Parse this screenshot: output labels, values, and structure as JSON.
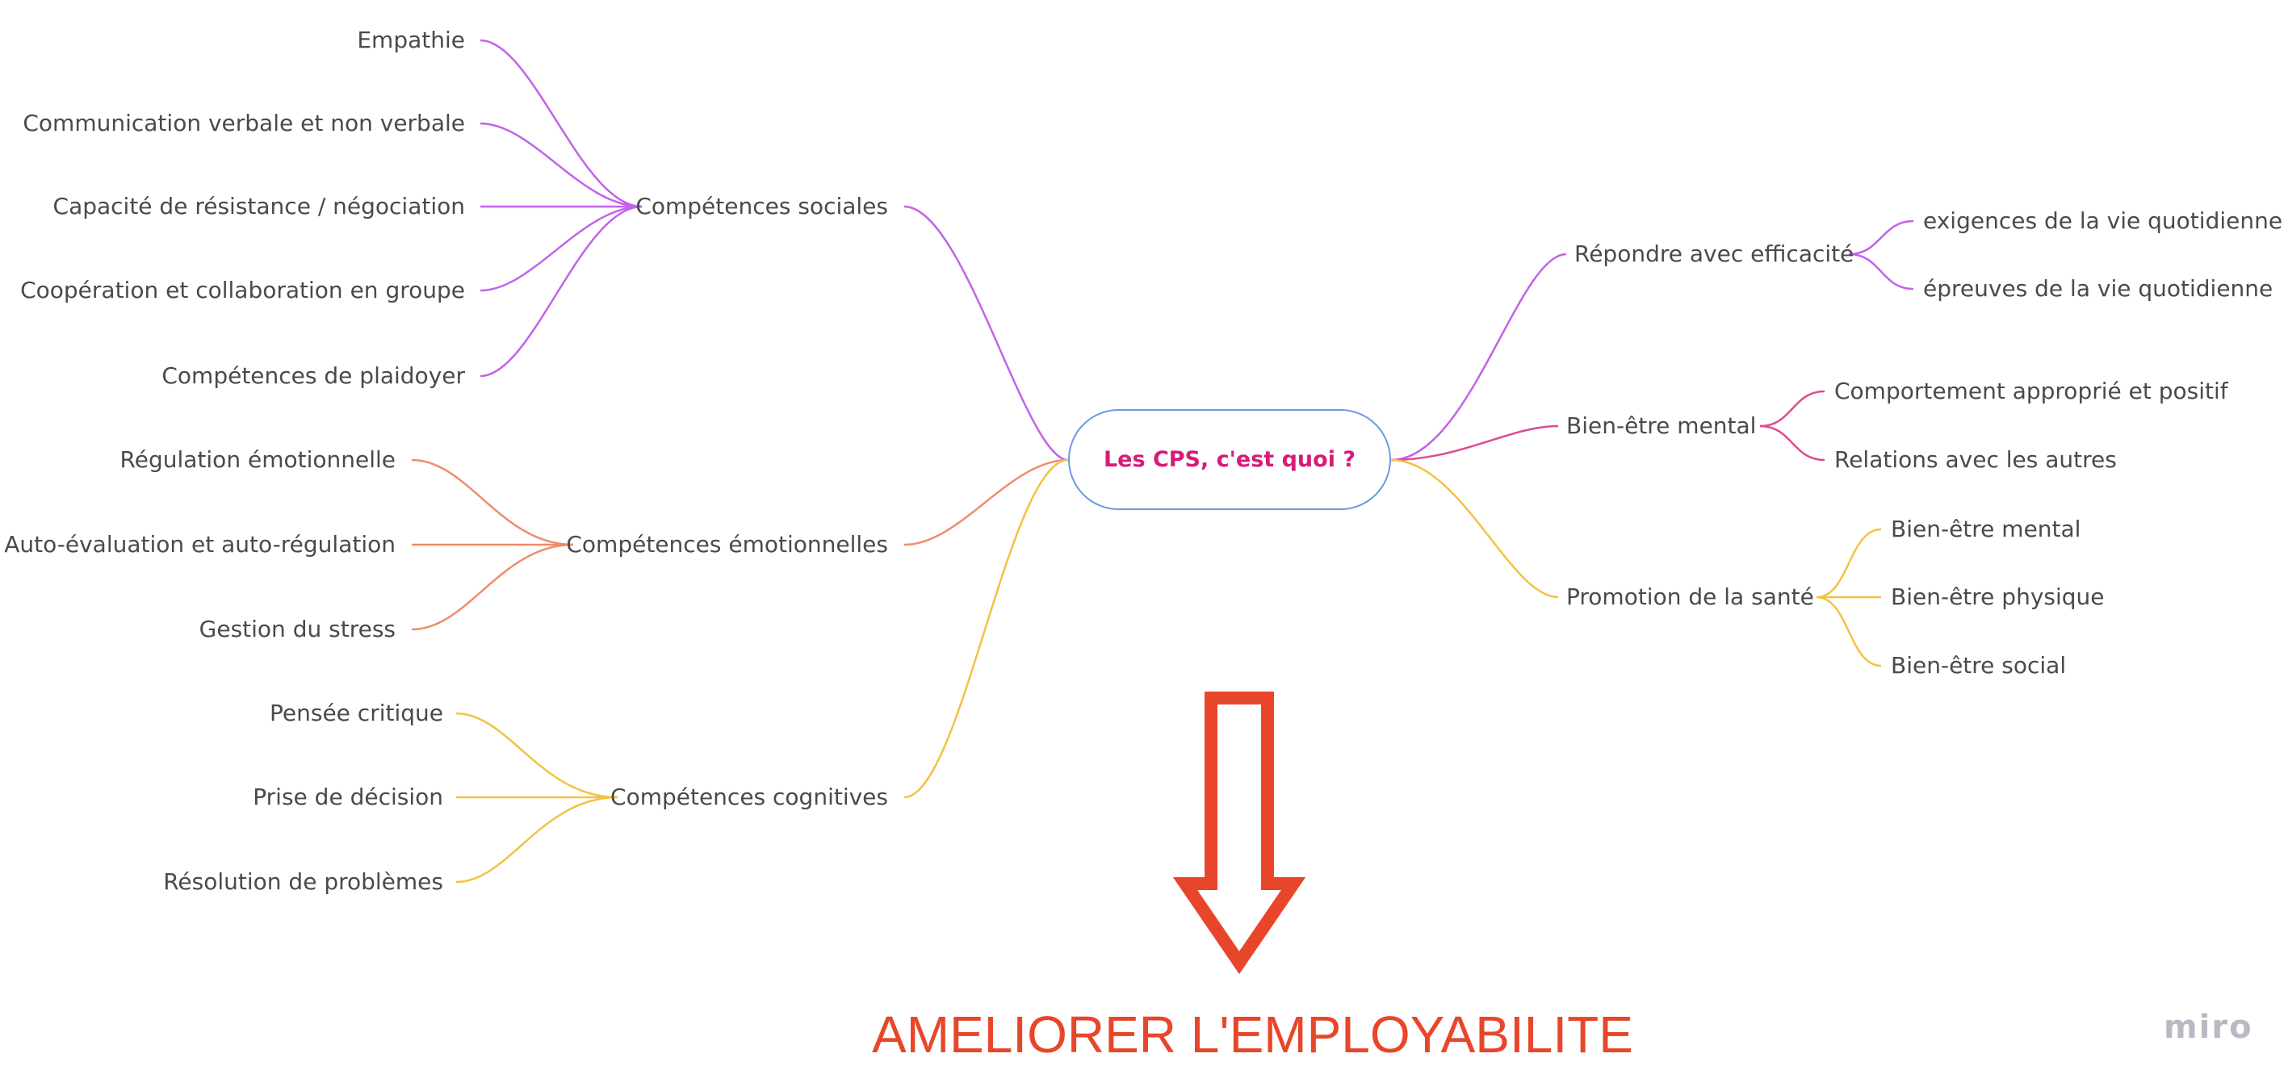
{
  "root": {
    "label": "Les CPS, c'est quoi ?",
    "color": "#d81b7a",
    "border_color": "#6a9ae0"
  },
  "left_branches": [
    {
      "label": "Compétences sociales",
      "color": "#c362ea",
      "children": [
        "Empathie",
        "Communication verbale et non verbale",
        "Capacité de résistance / négociation",
        "Coopération et collaboration en groupe",
        "Compétences de plaidoyer"
      ]
    },
    {
      "label": "Compétences émotionnelles",
      "color": "#ef8c6c",
      "children": [
        "Régulation émotionnelle",
        "Auto-évaluation et auto-régulation",
        "Gestion du stress"
      ]
    },
    {
      "label": "Compétences cognitives",
      "color": "#f4c143",
      "children": [
        "Pensée critique",
        "Prise de décision",
        "Résolution de problèmes"
      ]
    }
  ],
  "right_branches": [
    {
      "label": "Répondre avec efficacité",
      "color": "#c362ea",
      "children": [
        "exigences de la vie quotidienne",
        "épreuves de la vie quotidienne"
      ]
    },
    {
      "label": "Bien-être mental",
      "color": "#dd4c93",
      "children": [
        "Comportement approprié et positif",
        "Relations avec les autres"
      ]
    },
    {
      "label": "Promotion de la santé",
      "color": "#f4c143",
      "children": [
        "Bien-être mental",
        "Bien-être physique",
        "Bien-être social"
      ]
    }
  ],
  "bottom": {
    "title": "AMELIORER L'EMPLOYABILITE",
    "arrow_color": "#e8462a",
    "arrow_icon": "down-arrow-icon"
  },
  "watermark": {
    "text": "miro"
  }
}
